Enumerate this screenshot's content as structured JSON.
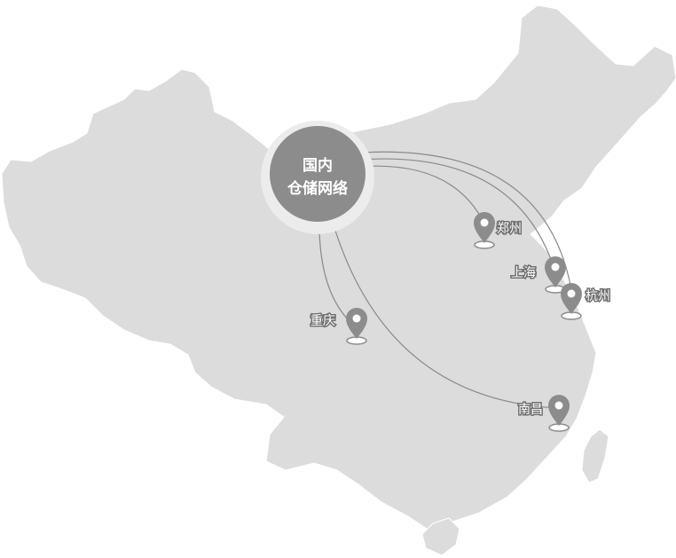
{
  "hub": {
    "line1": "国内",
    "line2": "仓储网络"
  },
  "colors": {
    "land": "#dcdcdc",
    "land_stroke": "#ffffff",
    "route": "#8a8a8a",
    "hub_fill": "#8c8c8c",
    "hub_halo": "#ececec",
    "pin": "#8c8c8c"
  },
  "cities": [
    {
      "id": "zhengzhou",
      "name": "郑州"
    },
    {
      "id": "shanghai",
      "name": "上海"
    },
    {
      "id": "hangzhou",
      "name": "杭州"
    },
    {
      "id": "chongqing",
      "name": "重庆"
    },
    {
      "id": "nanchang",
      "name": "南昌"
    }
  ]
}
